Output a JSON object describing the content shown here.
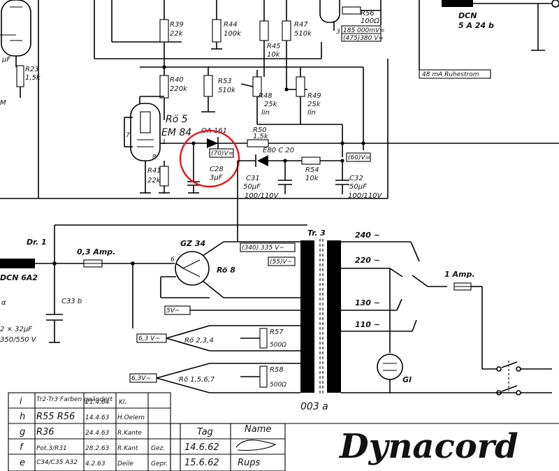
{
  "schematic": {
    "resistors": [
      {
        "ref": "R39",
        "value": "22k"
      },
      {
        "ref": "R40",
        "value": "220k"
      },
      {
        "ref": "R44",
        "value": "100k"
      },
      {
        "ref": "R45",
        "value": "10k"
      },
      {
        "ref": "R47",
        "value": "510k"
      },
      {
        "ref": "R53",
        "value": "510k"
      },
      {
        "ref": "R48",
        "value": "25k",
        "note": "lin"
      },
      {
        "ref": "R49",
        "value": "25k",
        "note": "lin"
      },
      {
        "ref": "R50",
        "value": "1,5k"
      },
      {
        "ref": "R54",
        "value": "10k"
      },
      {
        "ref": "R41",
        "value": "22k"
      },
      {
        "ref": "R23",
        "value": "1,5k"
      },
      {
        "ref": "R56",
        "value": "100Ω"
      },
      {
        "ref": "R57",
        "value": "500Ω"
      },
      {
        "ref": "R58",
        "value": "500Ω"
      }
    ],
    "tube_ro5": {
      "ref": "Rö 5",
      "type": "EM 84",
      "pins": [
        "7",
        "8",
        "1"
      ]
    },
    "diode_oa161": {
      "type": "OA 161",
      "box": "(70)V="
    },
    "rectifier_e80": {
      "type": "E80 C 20"
    },
    "cap_c28": {
      "ref": "C28",
      "value": "3µF"
    },
    "cap_c31": {
      "ref": "C31",
      "value": "50µF",
      "rating": "100/110V"
    },
    "cap_c32": {
      "ref": "C32",
      "value": "50µF",
      "rating": "100/110V"
    },
    "box_60v": "(60)V=",
    "v56_upper": "185 000mV=",
    "v56_lower": "(475)380 V=",
    "dcn_top": {
      "label": "DCN",
      "value": "5 A 24 b"
    },
    "ruhestrom": "48 mA Ruhestrom",
    "dr1": {
      "ref": "Dr. 1",
      "value": "DCN 6A2"
    },
    "fuse1": "0,3 Amp.",
    "cap_c33b": {
      "ref": "C33 b",
      "value1": "2 × 32µF",
      "value2": "350/550 V",
      "marker": "α"
    },
    "rect_tube": {
      "ref": "Rö 8",
      "type": "GZ 34",
      "pin": "6"
    },
    "tr3": {
      "ref": "Tr. 3",
      "code": "003 a"
    },
    "boxes": {
      "b340": "(340) 335 V~",
      "b55": "(55)V~",
      "b5": "5V~",
      "b63a": "6,3 V~",
      "b63b": "6,3V~"
    },
    "heater_groups": {
      "g1": "Rö 2,3,4",
      "g2": "Rö 1,5,6,7"
    },
    "taps": {
      "t240": "240 ~",
      "t220": "220 ~",
      "t130": "130 ~",
      "t110": "110 ~"
    },
    "fuse2": "1 Amp.",
    "glow": "Gl",
    "misc_left": "µF",
    "misc_m": "M"
  },
  "title_block": {
    "revisions": [
      {
        "letter": "i",
        "text": "Tr2-Tr3 Farben geändert",
        "date": "21.4.64",
        "sig": "Kl."
      },
      {
        "letter": "h",
        "text": "R55 R56",
        "date": "14.4.63",
        "sig": "H.Oelem"
      },
      {
        "letter": "g",
        "text": "R36",
        "date": "24.4.63",
        "sig": "R.Kante"
      },
      {
        "letter": "f",
        "text": "Pot.3/R31",
        "date": "28.2.63",
        "sig": "R.Kant"
      },
      {
        "letter": "e",
        "text": "C34/C35 A32",
        "date": "4.2.63",
        "sig": "Deile"
      }
    ],
    "tag_header": "Tag",
    "name_header": "Name",
    "rows": [
      {
        "label": "Gez.",
        "date": "14.6.62",
        "name": ""
      },
      {
        "label": "Gepr.",
        "date": "15.6.62",
        "name": "Rups"
      }
    ],
    "brand": "Dynacord"
  }
}
